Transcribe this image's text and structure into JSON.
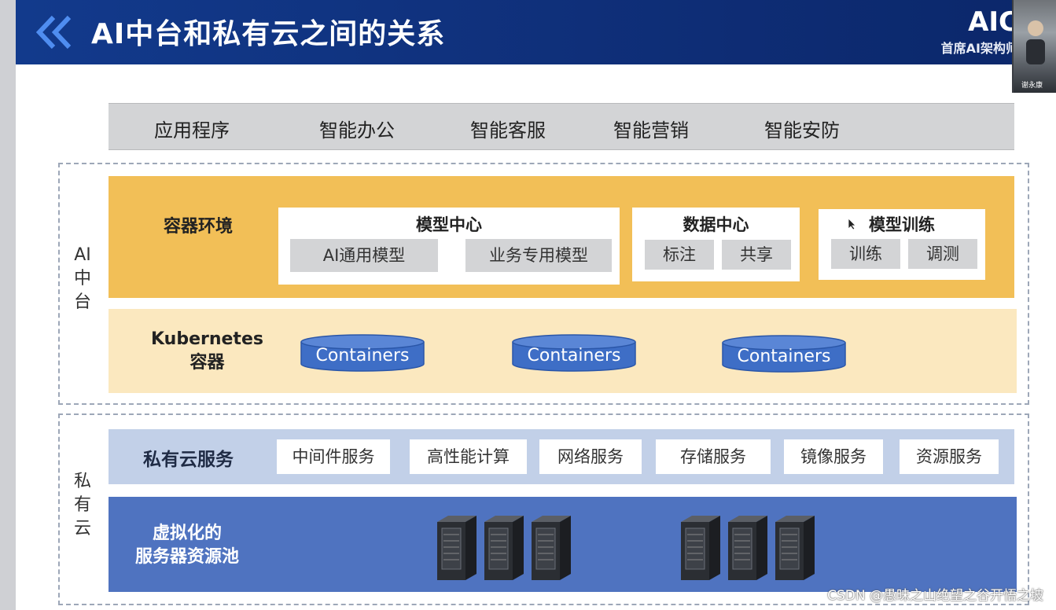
{
  "header": {
    "title": "AI中台和私有云之间的关系",
    "brand": "AIC",
    "brand_sub": "首席AI架构师"
  },
  "video": {
    "name": "谢永康"
  },
  "apps_bar": {
    "items": [
      "应用程序",
      "智能办公",
      "智能客服",
      "智能营销",
      "智能安防"
    ]
  },
  "ai_platform": {
    "label_lines": [
      "AI",
      "中",
      "台"
    ],
    "container_env": {
      "title": "容器环境",
      "panels": [
        {
          "title": "模型中心",
          "chips": [
            "AI通用模型",
            "业务专用模型"
          ]
        },
        {
          "title": "数据中心",
          "chips": [
            "标注",
            "共享"
          ]
        },
        {
          "title": "模型训练",
          "chips": [
            "训练",
            "调测"
          ]
        }
      ]
    },
    "kubernetes": {
      "title_lines": [
        "Kubernetes",
        "容器"
      ],
      "containers": [
        "Containers",
        "Containers",
        "Containers"
      ]
    }
  },
  "private_cloud": {
    "label_lines": [
      "私",
      "有",
      "云"
    ],
    "services": {
      "title": "私有云服务",
      "items": [
        "中间件服务",
        "高性能计算",
        "网络服务",
        "存储服务",
        "镜像服务",
        "资源服务"
      ]
    },
    "server_pool": {
      "title_lines": [
        "虚拟化的",
        "服务器资源池"
      ]
    }
  },
  "watermark": "CSDN @愚昧之山绝望之谷开悟之坡",
  "colors": {
    "header": "#123a8c",
    "container_env": "#f2bf57",
    "kubernetes": "#fbe8bf",
    "services": "#c2d0e8",
    "server_pool": "#4f73c0",
    "cylinder": "#3e6ec6"
  }
}
